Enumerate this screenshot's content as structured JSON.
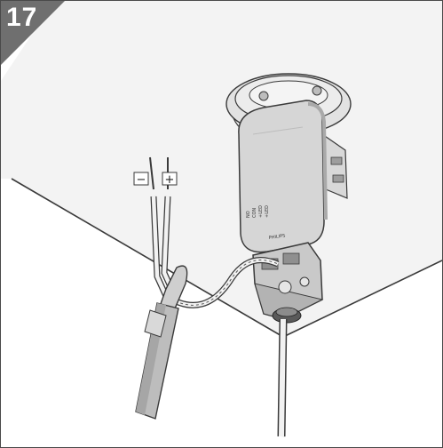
{
  "step": {
    "number": "17"
  },
  "wires": {
    "negative_label": "−",
    "positive_label": "+"
  },
  "driver": {
    "label_1": "NO",
    "label_2": "CON",
    "label_3": "+LED",
    "label_4": "+LED",
    "brand": "PHILIPS"
  },
  "colors": {
    "ceiling": "#f3f3f3",
    "outline": "#3a3a3a",
    "badge": "#6f6f6f",
    "device": "#d6d6d6",
    "device_dark": "#a9a9a9"
  }
}
